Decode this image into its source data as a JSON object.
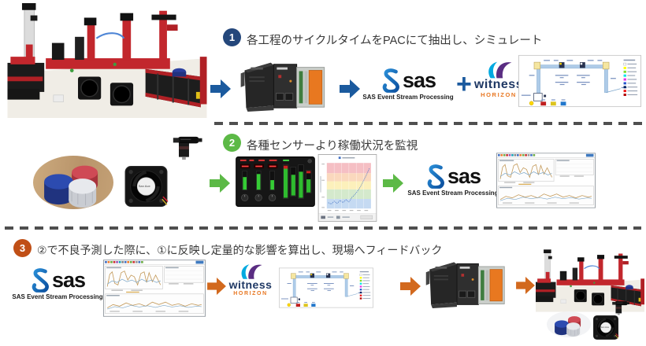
{
  "steps": [
    {
      "number": "1",
      "label": "各工程のサイクルタイムをPACにて抽出し、シミュレート",
      "color": "#24477b"
    },
    {
      "number": "2",
      "label": "各種センサーより稼働状況を監視",
      "color": "#5cb946"
    },
    {
      "number": "3",
      "label": "②で不良予測した際に、①に反映し定量的な影響を算出し、現場へフィードバック",
      "color": "#c04f16"
    }
  ],
  "logos": {
    "sas": {
      "wordmark": "sas",
      "caption": "SAS Event Stream Processing"
    },
    "witness": {
      "wordmark": "witness",
      "subtitle": "HORIZON"
    },
    "plus_glyph": "+"
  },
  "images": {
    "factory_model": "factory-model-photo",
    "pac_controller": "pac-controller-photo",
    "witness_simulation": "witness-simulation-screenshot",
    "sensor_monitor_panel": "sensor-monitor-panel-screenshot",
    "threshold_band_chart": "threshold-band-chart-screenshot",
    "esp_dashboard": "esp-streamviewer-dashboard-screenshot",
    "workpiece_pucks": "workpiece-pucks-photo",
    "cooling_fan": "cooling-fan-photo",
    "fan_label": "San Ace",
    "flow_sensor": "flow-sensor-photo"
  },
  "colors": {
    "step1_badge": "#24477b",
    "step2_badge": "#5cb946",
    "step3_badge": "#c04f16",
    "arrow_blue": "#1b5a9e",
    "arrow_green": "#5cb946",
    "arrow_orange": "#d2691e",
    "sas_blue": "#0b68b2",
    "witness_navy": "#1f3864",
    "witness_orange": "#e87722"
  }
}
